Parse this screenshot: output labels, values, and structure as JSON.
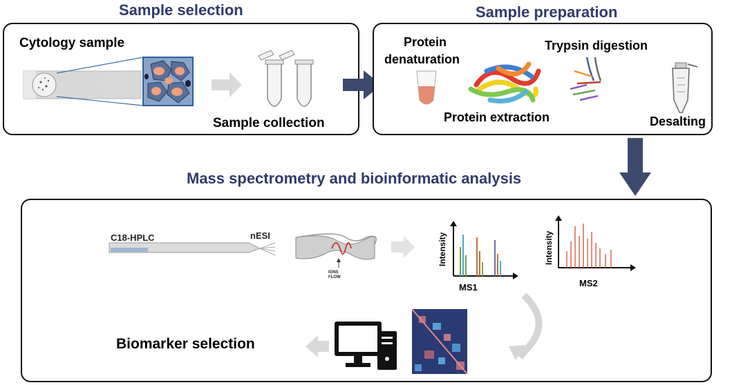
{
  "sections": {
    "sample_selection": "Sample selection",
    "sample_preparation": "Sample preparation",
    "ms_analysis": "Mass spectrometry and bioinformatic analysis"
  },
  "selection_box": {
    "cytology_sample": "Cytology sample",
    "sample_collection": "Sample collection"
  },
  "preparation_box": {
    "protein_denaturation_line1": "Protein",
    "protein_denaturation_line2": "denaturation",
    "trypsin_digestion": "Trypsin digestion",
    "protein_extraction": "Protein extraction",
    "desalting": "Desalting"
  },
  "ms_box": {
    "c18_hplc": "C18-HPLC",
    "nesi": "nESI",
    "ions_line1": "IONS",
    "ions_line2": "FLOW",
    "ms1_ylabel": "Intensity",
    "ms1_label": "MS1",
    "ms2_ylabel": "Intensity",
    "ms2_label": "MS2",
    "biomarker_selection": "Biomarker selection"
  },
  "colors": {
    "heading": "#2f3a6b",
    "arrow_dark": "#3c4a6e",
    "arrow_light": "#d9d9d9",
    "ms2_peaks": "#d9664a"
  }
}
